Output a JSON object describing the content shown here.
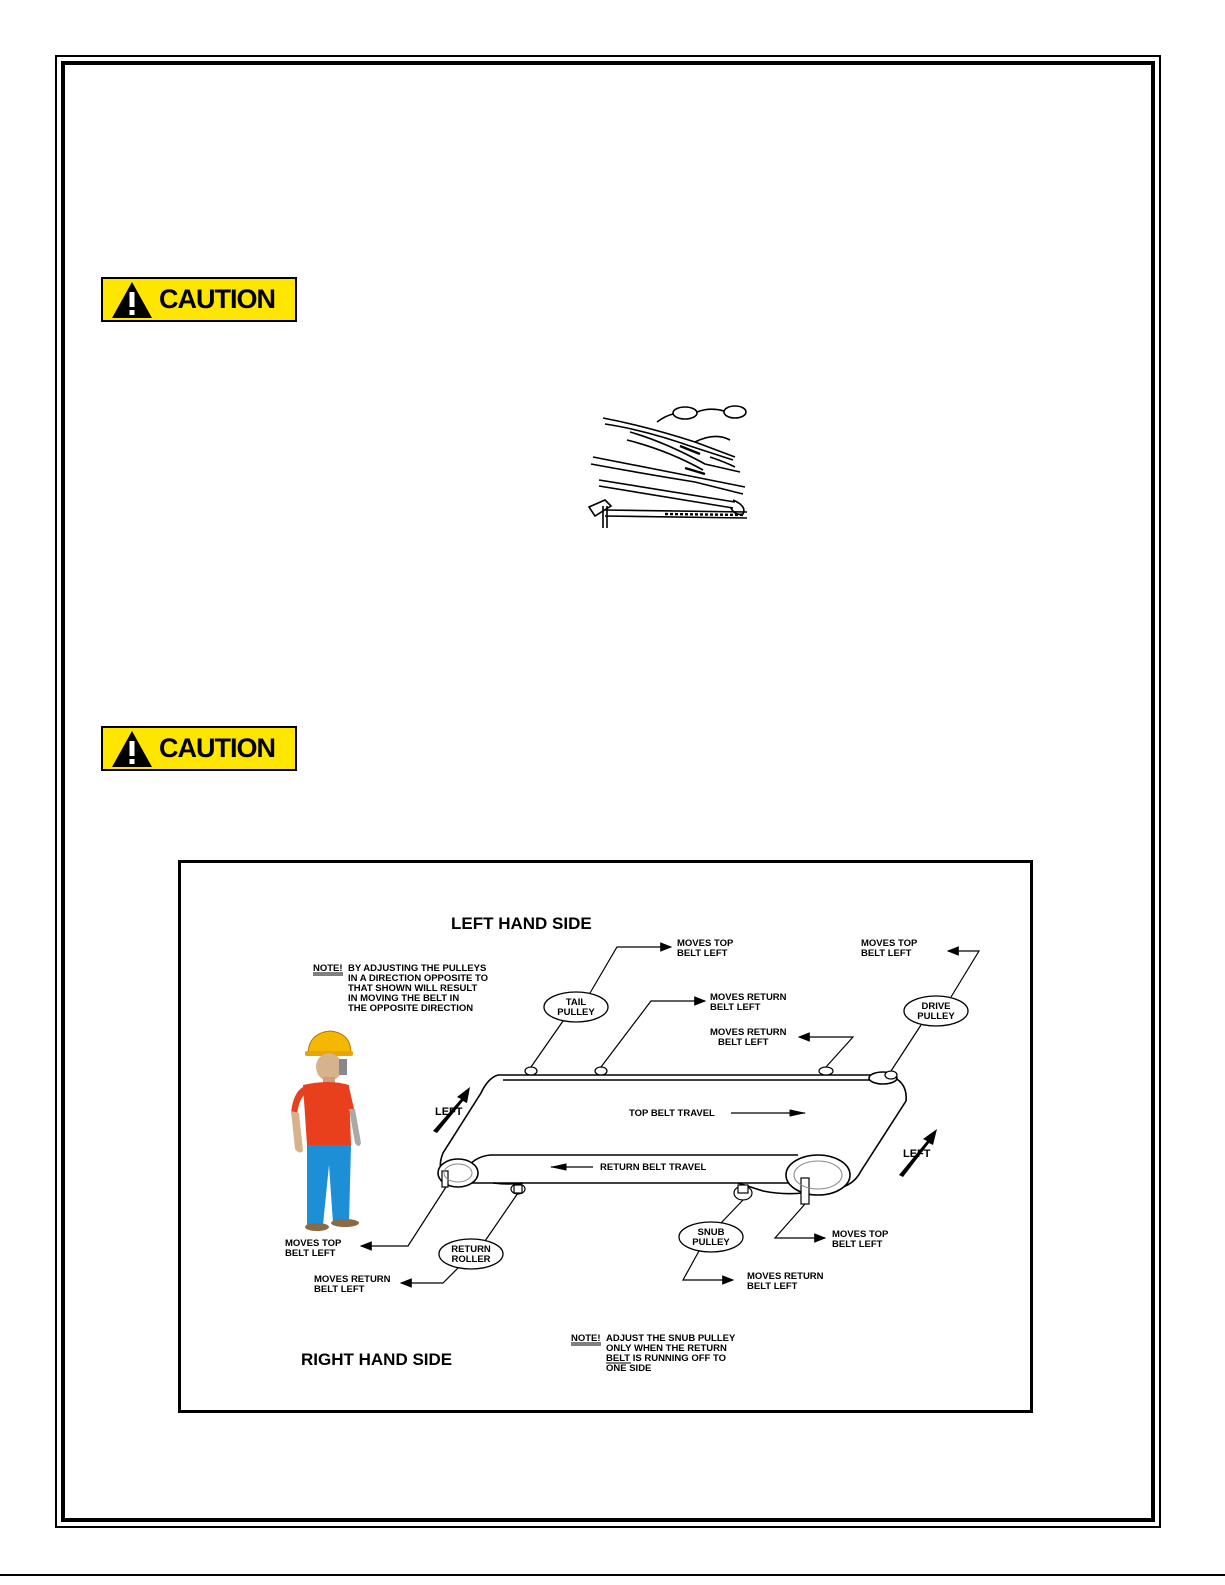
{
  "caution_labels": [
    "CAUTION",
    "CAUTION"
  ],
  "icons": [
    "warning-triangle-icon",
    "tools-illustration",
    "worker-figure"
  ],
  "diagram": {
    "left_hand_side": "LEFT HAND SIDE",
    "right_hand_side": "RIGHT HAND SIDE",
    "note_label": "NOTE!",
    "note_top": [
      "BY ADJUSTING THE PULLEYS",
      "IN A DIRECTION OPPOSITE TO",
      "THAT SHOWN WILL RESULT",
      "IN MOVING THE BELT IN",
      "THE OPPOSITE DIRECTION"
    ],
    "note_bottom": [
      "ADJUST THE SNUB PULLEY",
      "ONLY WHEN THE RETURN",
      "BELT IS RUNNING OFF TO",
      "ONE SIDE"
    ],
    "pulleys": {
      "tail": [
        "TAIL",
        "PULLEY"
      ],
      "drive": [
        "DRIVE",
        "PULLEY"
      ],
      "snub": [
        "SNUB",
        "PULLEY"
      ],
      "return_roller": [
        "RETURN",
        "ROLLER"
      ]
    },
    "moves_top_belt_left": [
      "MOVES TOP",
      "BELT LEFT"
    ],
    "moves_return_belt_left": [
      "MOVES RETURN",
      "BELT LEFT"
    ],
    "top_belt_travel": "TOP BELT TRAVEL",
    "return_belt_travel": "RETURN  BELT TRAVEL",
    "left": "LEFT"
  },
  "colors": {
    "caution_yellow": "#ffe600",
    "worker_shirt": "#e8401c",
    "worker_pants": "#1d8fd6",
    "worker_helmet": "#f5b800"
  }
}
